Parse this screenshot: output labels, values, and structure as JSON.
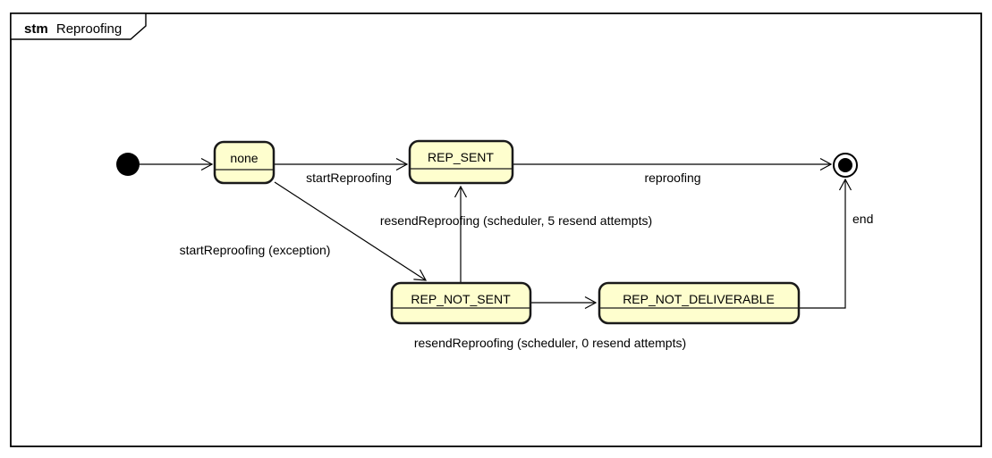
{
  "frame": {
    "keyword": "stm",
    "title": "Reproofing"
  },
  "colors": {
    "background": "#FFFFFF",
    "state_fill": "#FEFECE",
    "state_border": "#1A1A1A",
    "line": "#000000",
    "text": "#000000"
  },
  "states": [
    {
      "id": "none",
      "label": "none"
    },
    {
      "id": "rep_sent",
      "label": "REP_SENT"
    },
    {
      "id": "rep_not_sent",
      "label": "REP_NOT_SENT"
    },
    {
      "id": "rep_not_deliverable",
      "label": "REP_NOT_DELIVERABLE"
    }
  ],
  "pseudostates": [
    {
      "id": "initial",
      "kind": "initial"
    },
    {
      "id": "final",
      "kind": "final"
    }
  ],
  "transitions": [
    {
      "from": "initial",
      "to": "none",
      "label": ""
    },
    {
      "from": "none",
      "to": "rep_sent",
      "label": "startReproofing"
    },
    {
      "from": "rep_sent",
      "to": "final",
      "label": "reproofing"
    },
    {
      "from": "none",
      "to": "rep_not_sent",
      "label": "startReproofing (exception)"
    },
    {
      "from": "rep_not_sent",
      "to": "rep_sent",
      "label": "resendReproofing (scheduler, 5 resend attempts)"
    },
    {
      "from": "rep_not_sent",
      "to": "rep_not_deliverable",
      "label": "resendReproofing (scheduler, 0 resend attempts)"
    },
    {
      "from": "rep_not_deliverable",
      "to": "final",
      "label": "end"
    }
  ]
}
